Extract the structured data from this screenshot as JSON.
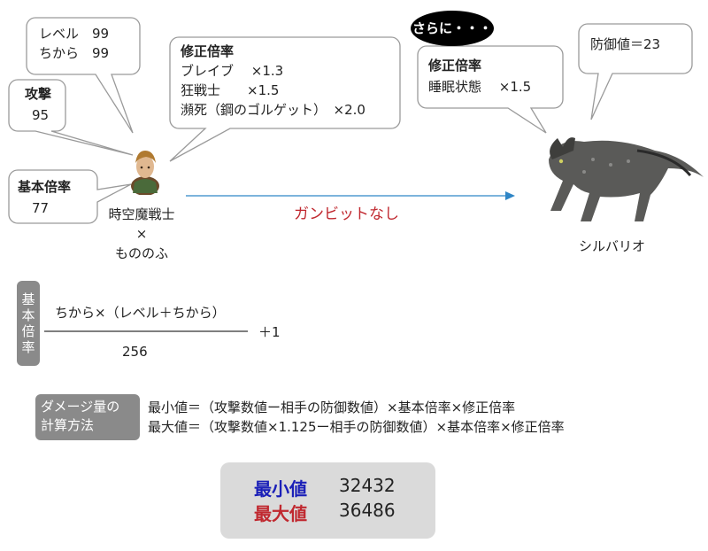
{
  "bubbles": {
    "level_strength": [
      "レベル　99",
      "ちから　99"
    ],
    "attack": {
      "title": "攻撃",
      "value": "95"
    },
    "base_multiplier": {
      "title": "基本倍率",
      "value": "77"
    },
    "modifier": {
      "title": "修正倍率",
      "lines": [
        "ブレイブ　 ×1.3",
        "狂戦士　　×1.5",
        "瀕死（鋼のゴルゲット）　×2.0"
      ]
    },
    "further_badge": "さらに・・・",
    "modifier2": {
      "title": "修正倍率",
      "lines": [
        "睡眠状態　 ×1.5"
      ]
    },
    "defense": "防御値＝23"
  },
  "attacker": {
    "line1": "時空魔戦士",
    "line2": "×",
    "line3": "もののふ"
  },
  "arrow_label": "ガンビットなし",
  "target_name": "シルバリオ",
  "formula": {
    "tab": [
      "基",
      "本",
      "倍",
      "率"
    ],
    "numerator": "ちから×（レベル＋ちから）",
    "denominator": "256",
    "plus": "＋1"
  },
  "damage": {
    "tab": [
      "ダメージ量の",
      "計算方法"
    ],
    "min_formula": "最小値＝（攻撃数値ー相手の防御数値）×基本倍率×修正倍率",
    "max_formula": "最大値＝（攻撃数値×1.125ー相手の防御数値）×基本倍率×修正倍率"
  },
  "result": {
    "min_label": "最小値",
    "min_value": "32432",
    "max_label": "最大値",
    "max_value": "36486"
  },
  "colors": {
    "arrow": "#2f86c6",
    "arrow_label": "#c0282f",
    "min": "#1a1fb8",
    "max": "#c0282f",
    "badge": "#000000"
  }
}
